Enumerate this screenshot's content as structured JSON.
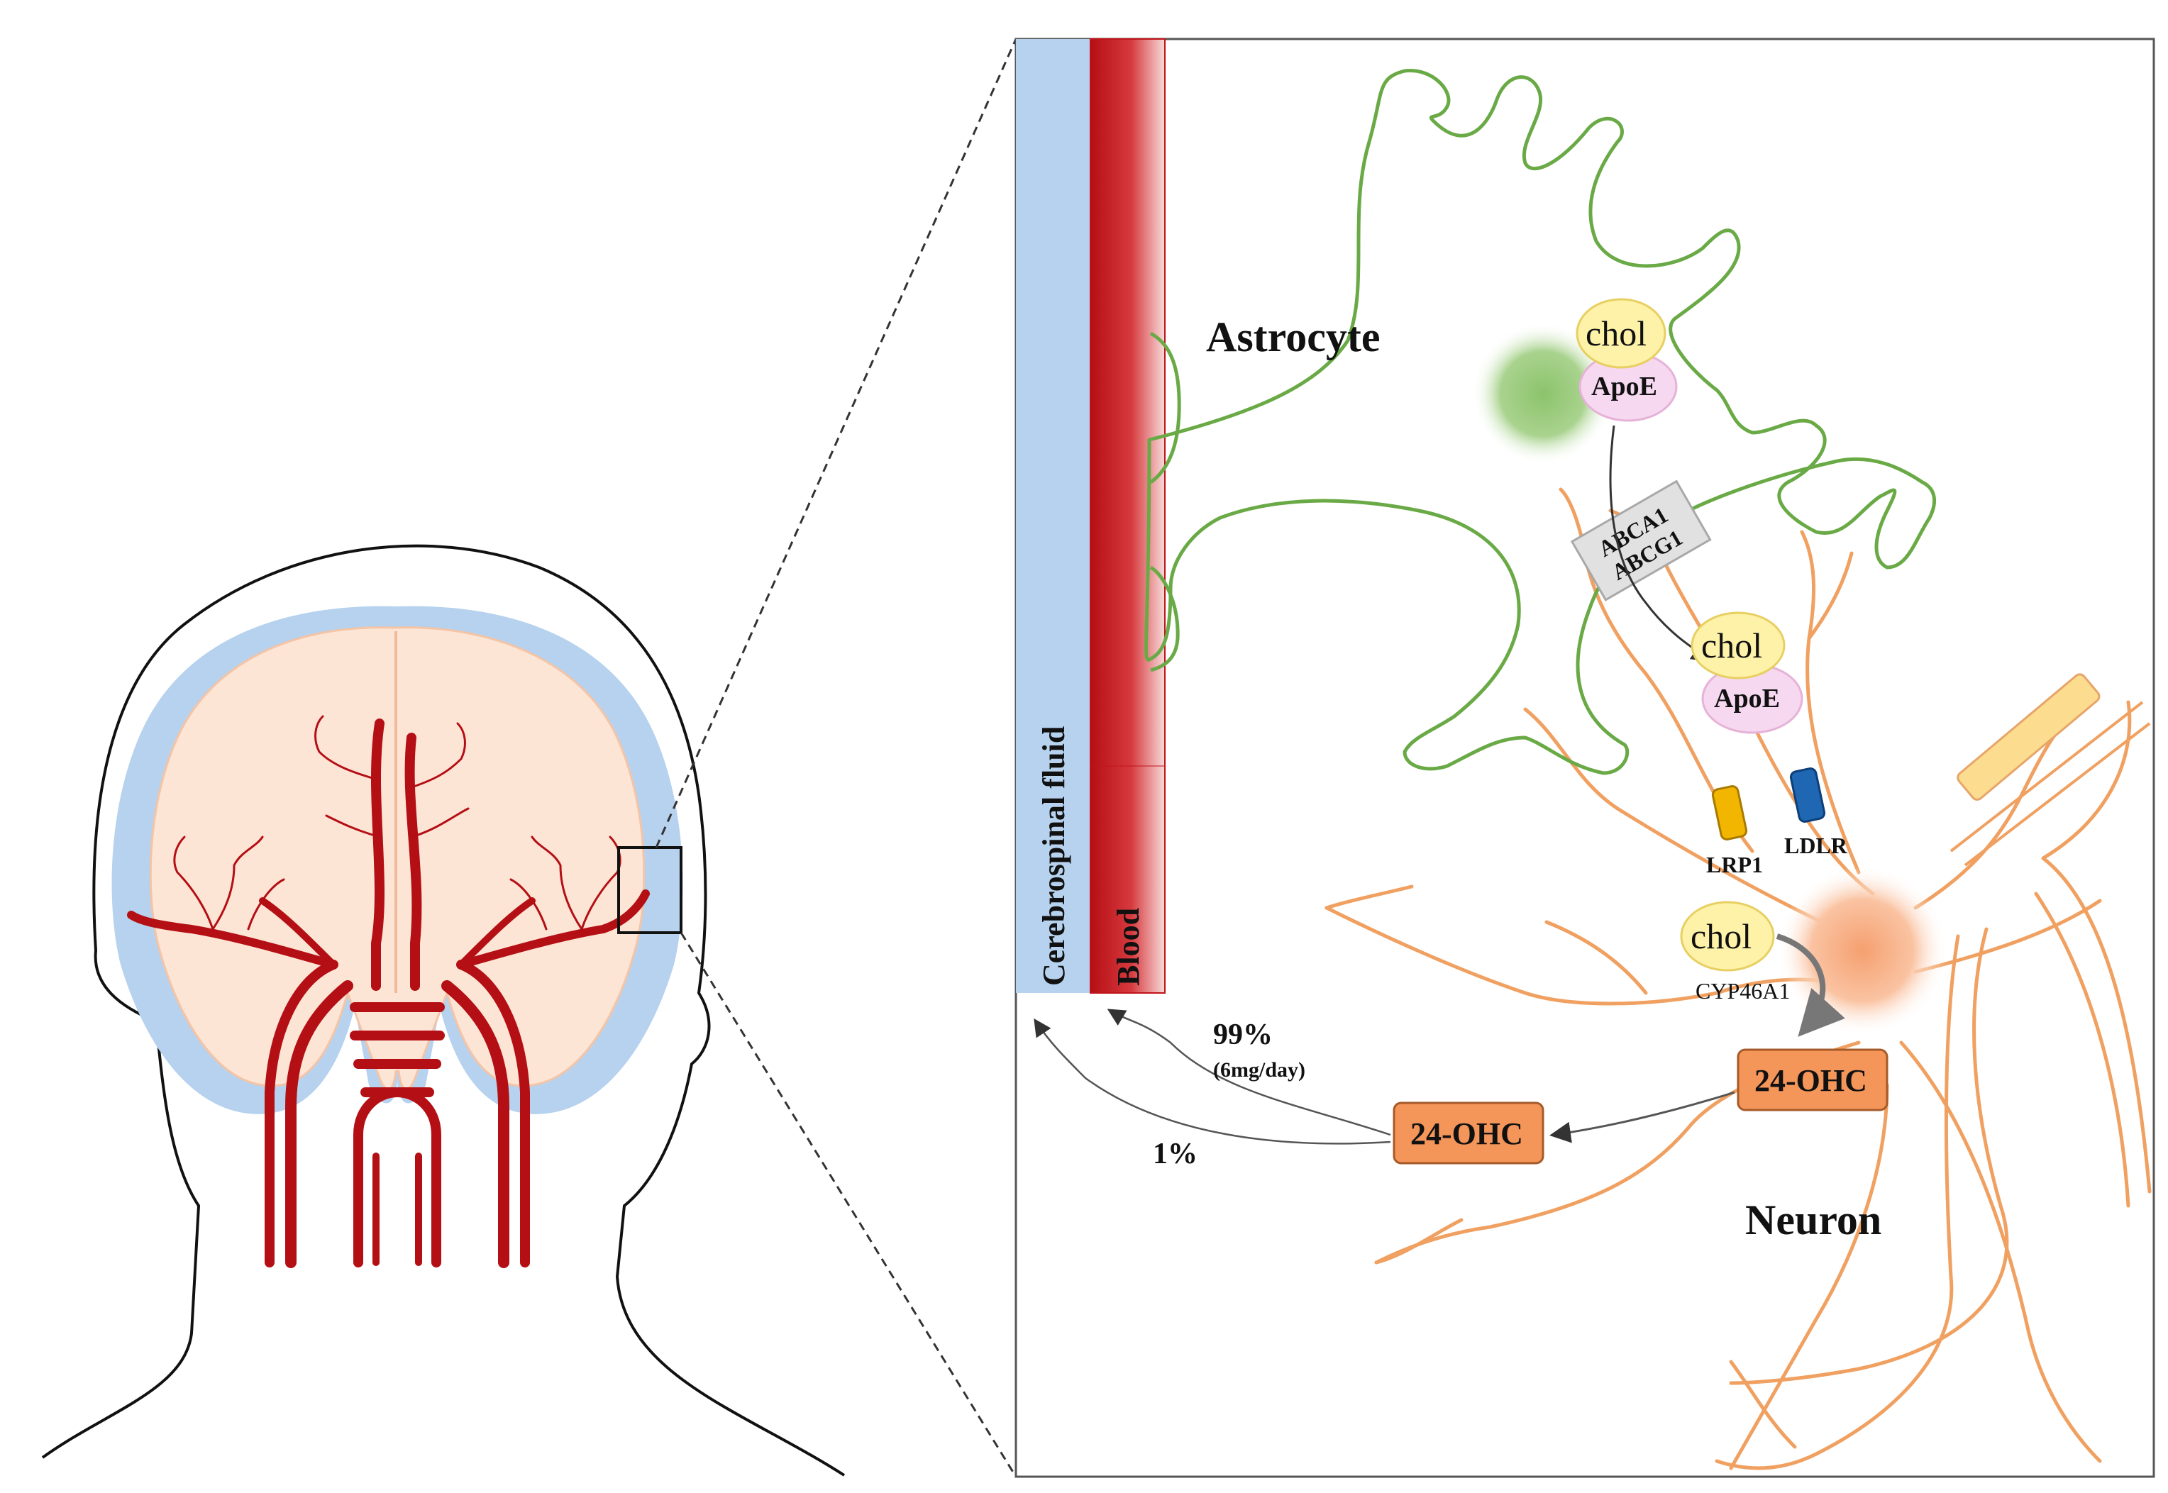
{
  "labels": {
    "astrocyte": "Astrocyte",
    "neuron": "Neuron",
    "csf": "Cerebrospinal fluid",
    "blood": "Blood",
    "chol_1": "chol",
    "apoe_1": "ApoE",
    "chol_2": "chol",
    "apoe_2": "ApoE",
    "transporter_a": "ABCA1",
    "transporter_b": "ABCG1",
    "receptor_lrp1": "LRP1",
    "receptor_ldlr": "LDLR",
    "chol_3": "chol",
    "enzyme": "CYP46A1",
    "ohc_neuron": "24-OHC",
    "ohc_released": "24-OHC",
    "pct_blood": "99%",
    "pct_blood_rate": "(6mg/day)",
    "pct_csf": "1%"
  },
  "colors": {
    "astrocyte": "#6aaa46",
    "neuron": "#f0a060",
    "csf": "#b6d2ee",
    "blood": "#c0141a",
    "chol_fill": "#fdf2a8",
    "apoe_fill": "#f6d8f0",
    "ohc_fill": "#f4955a",
    "lrp1": "#f2b600",
    "ldlr": "#1f66b3",
    "brain_fill": "#fde5d6",
    "brain_border": "#b6d2ee",
    "artery": "#b40f14"
  }
}
